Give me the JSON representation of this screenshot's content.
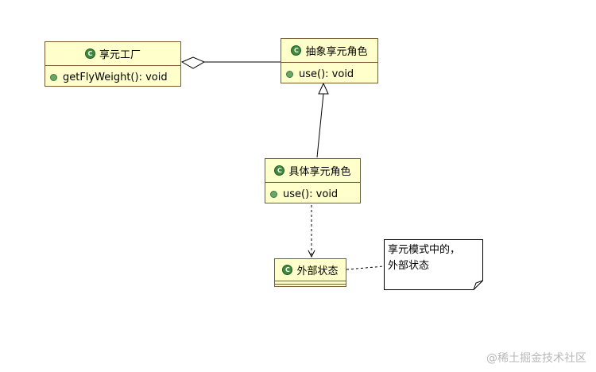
{
  "classes": {
    "factory": {
      "name": "享元工厂",
      "op": "getFlyWeight(): void"
    },
    "abstract": {
      "name": "抽象享元角色",
      "op": "use(): void"
    },
    "concrete": {
      "name": "具体享元角色",
      "op": "use(): void"
    },
    "external": {
      "name": "外部状态"
    }
  },
  "note": "享元模式中的，\n外部状态",
  "watermark": "@稀土掘金技术社区",
  "colors": {
    "class_fill": "#ffffcc",
    "class_border": "#7a5c2e",
    "class_icon": "#3d8a3d",
    "line": "#000000"
  },
  "icons": {
    "class": "class-c-icon",
    "operation": "public-operation-dot-icon"
  }
}
